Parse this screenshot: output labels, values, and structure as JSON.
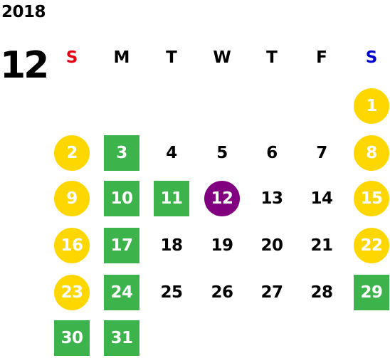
{
  "calendar": {
    "year": "2018",
    "month": "12",
    "weekdays": [
      {
        "label": "S",
        "color": "#e60012"
      },
      {
        "label": "M",
        "color": "#000000"
      },
      {
        "label": "T",
        "color": "#000000"
      },
      {
        "label": "W",
        "color": "#000000"
      },
      {
        "label": "T",
        "color": "#000000"
      },
      {
        "label": "F",
        "color": "#000000"
      },
      {
        "label": "S",
        "color": "#0000cc"
      }
    ],
    "colors": {
      "weekend_circle": "#ffd700",
      "highlight_square": "#3cb44b",
      "today_circle": "#800080",
      "plain_text": "#000000"
    },
    "days": [
      {
        "day": "1",
        "col": 6,
        "week": 0,
        "style": "circle-yellow"
      },
      {
        "day": "2",
        "col": 0,
        "week": 1,
        "style": "circle-yellow"
      },
      {
        "day": "3",
        "col": 1,
        "week": 1,
        "style": "square-green"
      },
      {
        "day": "4",
        "col": 2,
        "week": 1,
        "style": "plain"
      },
      {
        "day": "5",
        "col": 3,
        "week": 1,
        "style": "plain"
      },
      {
        "day": "6",
        "col": 4,
        "week": 1,
        "style": "plain"
      },
      {
        "day": "7",
        "col": 5,
        "week": 1,
        "style": "plain"
      },
      {
        "day": "8",
        "col": 6,
        "week": 1,
        "style": "circle-yellow"
      },
      {
        "day": "9",
        "col": 0,
        "week": 2,
        "style": "circle-yellow"
      },
      {
        "day": "10",
        "col": 1,
        "week": 2,
        "style": "square-green"
      },
      {
        "day": "11",
        "col": 2,
        "week": 2,
        "style": "square-green"
      },
      {
        "day": "12",
        "col": 3,
        "week": 2,
        "style": "circle-purple"
      },
      {
        "day": "13",
        "col": 4,
        "week": 2,
        "style": "plain"
      },
      {
        "day": "14",
        "col": 5,
        "week": 2,
        "style": "plain"
      },
      {
        "day": "15",
        "col": 6,
        "week": 2,
        "style": "circle-yellow"
      },
      {
        "day": "16",
        "col": 0,
        "week": 3,
        "style": "circle-yellow"
      },
      {
        "day": "17",
        "col": 1,
        "week": 3,
        "style": "square-green"
      },
      {
        "day": "18",
        "col": 2,
        "week": 3,
        "style": "plain"
      },
      {
        "day": "19",
        "col": 3,
        "week": 3,
        "style": "plain"
      },
      {
        "day": "20",
        "col": 4,
        "week": 3,
        "style": "plain"
      },
      {
        "day": "21",
        "col": 5,
        "week": 3,
        "style": "plain"
      },
      {
        "day": "22",
        "col": 6,
        "week": 3,
        "style": "circle-yellow"
      },
      {
        "day": "23",
        "col": 0,
        "week": 4,
        "style": "circle-yellow"
      },
      {
        "day": "24",
        "col": 1,
        "week": 4,
        "style": "square-green"
      },
      {
        "day": "25",
        "col": 2,
        "week": 4,
        "style": "plain"
      },
      {
        "day": "26",
        "col": 3,
        "week": 4,
        "style": "plain"
      },
      {
        "day": "27",
        "col": 4,
        "week": 4,
        "style": "plain"
      },
      {
        "day": "28",
        "col": 5,
        "week": 4,
        "style": "plain"
      },
      {
        "day": "29",
        "col": 6,
        "week": 4,
        "style": "square-green"
      },
      {
        "day": "30",
        "col": 0,
        "week": 5,
        "style": "square-green"
      },
      {
        "day": "31",
        "col": 1,
        "week": 5,
        "style": "square-green"
      }
    ]
  }
}
